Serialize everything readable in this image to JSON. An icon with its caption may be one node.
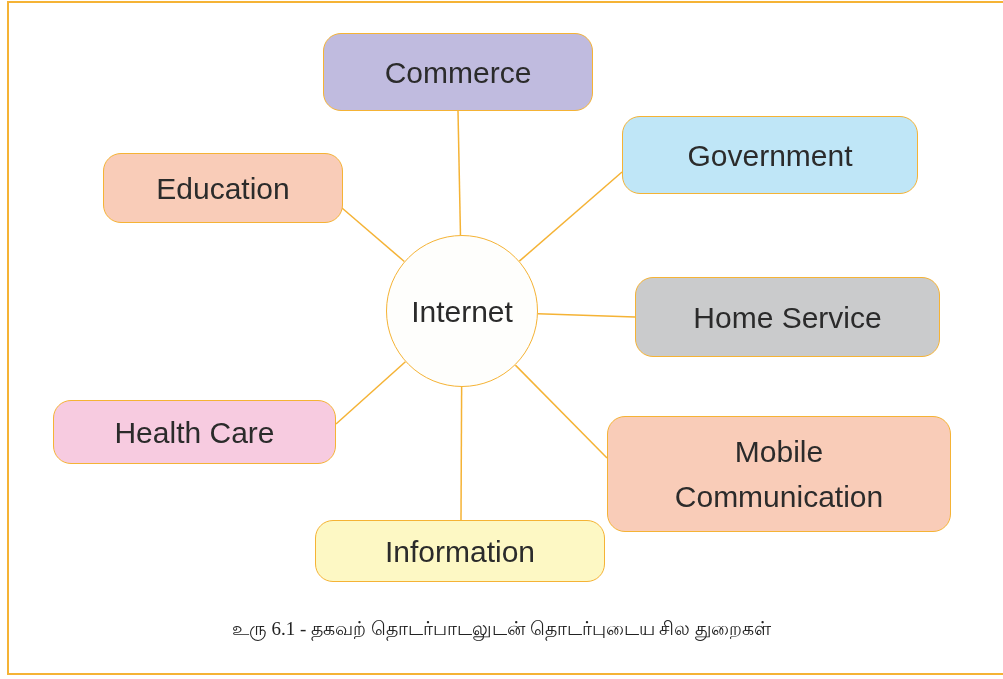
{
  "diagram": {
    "caption": "உரு 6.1 - தகவற் தொடர்பாடலுடன் தொடர்புடைய சில துறைகள்",
    "nodes": [
      {
        "text": [
          "Commerce"
        ]
      },
      {
        "text": [
          "Government"
        ]
      },
      {
        "text": [
          "Education"
        ]
      },
      {
        "text": [
          "Internet"
        ]
      },
      {
        "text": [
          "Home Service"
        ]
      },
      {
        "text": [
          "Health Care"
        ]
      },
      {
        "text": [
          "Mobile Communication"
        ]
      },
      {
        "text": [
          "Information"
        ]
      }
    ],
    "edges": [
      {
        "from": 3,
        "to": 0,
        "arrow": "none"
      },
      {
        "from": 3,
        "to": 1,
        "arrow": "none"
      },
      {
        "from": 3,
        "to": 2,
        "arrow": "none"
      },
      {
        "from": 3,
        "to": 4,
        "arrow": "none"
      },
      {
        "from": 3,
        "to": 5,
        "arrow": "none"
      },
      {
        "from": 3,
        "to": 6,
        "arrow": "none"
      },
      {
        "from": 3,
        "to": 7,
        "arrow": "none"
      }
    ]
  }
}
